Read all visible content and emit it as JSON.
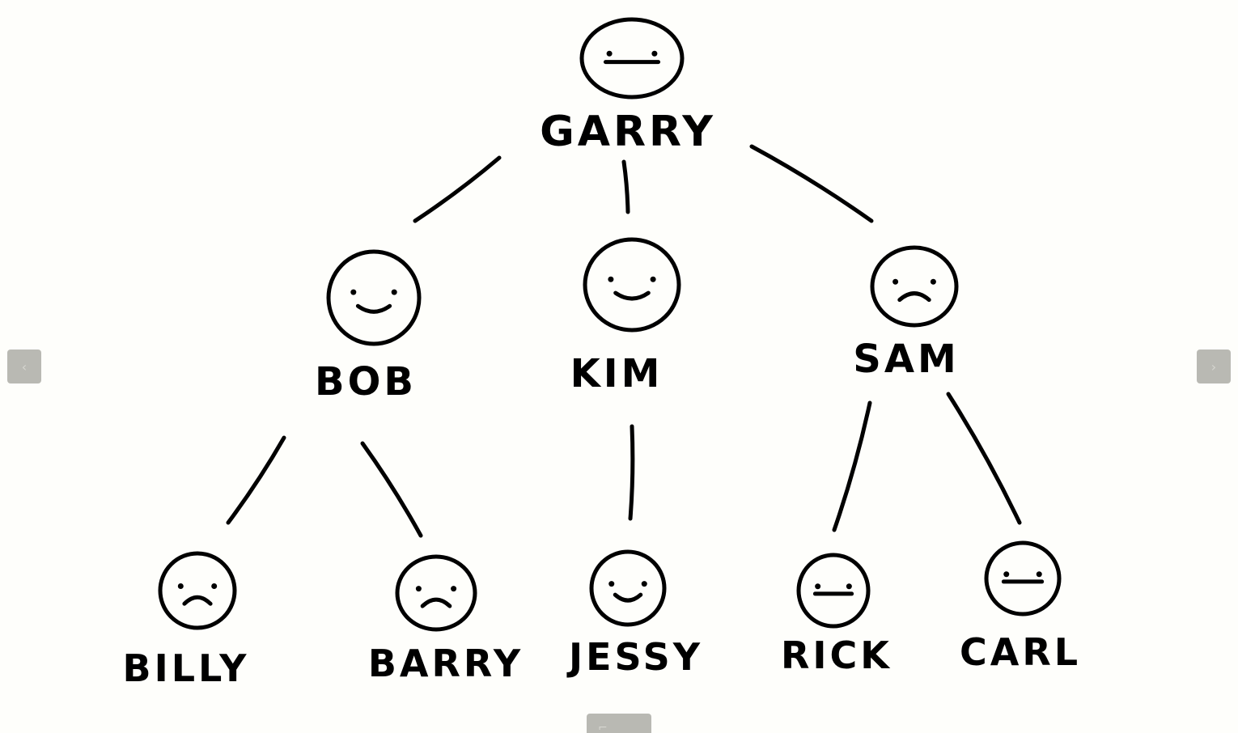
{
  "diagram": {
    "nodes": [
      {
        "id": "garry",
        "label": "GARRY",
        "face": "flat"
      },
      {
        "id": "bob",
        "label": "BOB",
        "face": "smile"
      },
      {
        "id": "kim",
        "label": "KIM",
        "face": "smile"
      },
      {
        "id": "sam",
        "label": "SAM",
        "face": "frown"
      },
      {
        "id": "billy",
        "label": "BILLY",
        "face": "frown"
      },
      {
        "id": "barry",
        "label": "BARRY",
        "face": "frown"
      },
      {
        "id": "jessy",
        "label": "JESSY",
        "face": "smile"
      },
      {
        "id": "rick",
        "label": "RICK",
        "face": "flat"
      },
      {
        "id": "carl",
        "label": "CARL",
        "face": "flat"
      }
    ],
    "edges": [
      {
        "from": "garry",
        "to": "bob"
      },
      {
        "from": "garry",
        "to": "kim"
      },
      {
        "from": "garry",
        "to": "sam"
      },
      {
        "from": "bob",
        "to": "billy"
      },
      {
        "from": "bob",
        "to": "barry"
      },
      {
        "from": "kim",
        "to": "jessy"
      },
      {
        "from": "sam",
        "to": "rick"
      },
      {
        "from": "sam",
        "to": "carl"
      }
    ]
  },
  "controls": {
    "prev_icon": "chevron-left-icon",
    "next_icon": "chevron-right-icon",
    "fullscreen_icon": "expand-icon",
    "prev_glyph": "‹",
    "next_glyph": "›",
    "fullscreen_glyph": "⌐ ¬"
  }
}
